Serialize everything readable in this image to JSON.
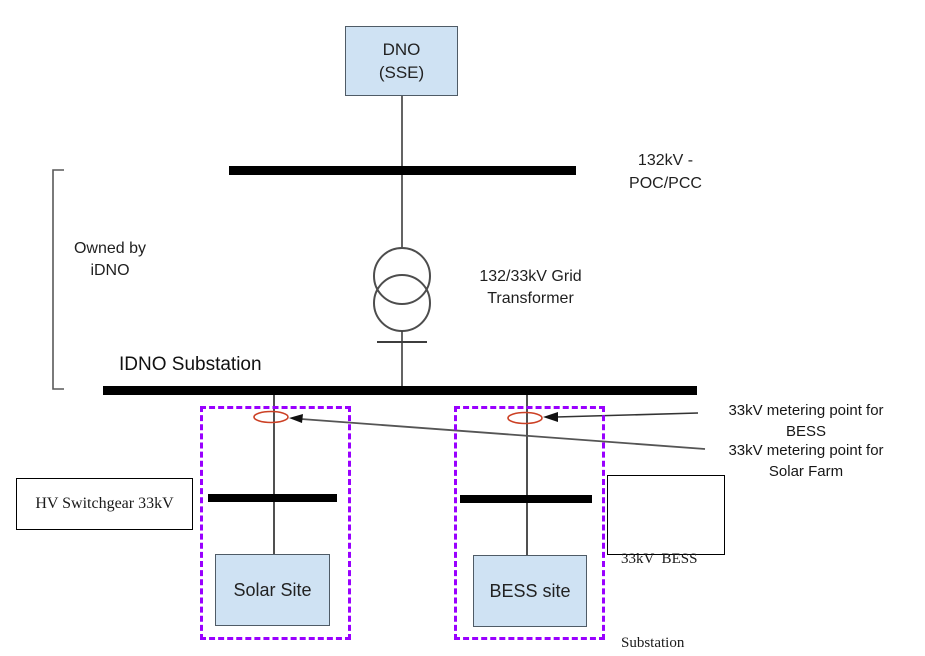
{
  "diagram_type": "single-line electrical diagram",
  "colors": {
    "node_fill": "#cfe2f3",
    "node_border": "#4f5b66",
    "busbar": "#000000",
    "boundary_dashed": "#9900ff",
    "metering_ellipse": "#cc4125",
    "connector": "#3d3d3d"
  },
  "dno_box": {
    "line1": "DNO",
    "line2": "(SSE)"
  },
  "poc_label": {
    "line1": "132kV -",
    "line2": "POC/PCC"
  },
  "owned_by": {
    "line1": "Owned by",
    "line2": "iDNO"
  },
  "grid_transformer": {
    "line1": "132/33kV Grid",
    "line2": "Transformer"
  },
  "idno_substation": {
    "label": "IDNO Substation"
  },
  "metering_bess": {
    "line1": "33kV metering point for",
    "line2": "BESS"
  },
  "metering_solar": {
    "line1": "33kV metering point for",
    "line2": "Solar Farm"
  },
  "hv_switchgear": {
    "label": "HV Switchgear 33kV"
  },
  "bess_substation": {
    "line1": "33kV  BESS",
    "line2": "Substation"
  },
  "solar_site": {
    "label": "Solar Site"
  },
  "bess_site": {
    "label": "BESS site"
  }
}
